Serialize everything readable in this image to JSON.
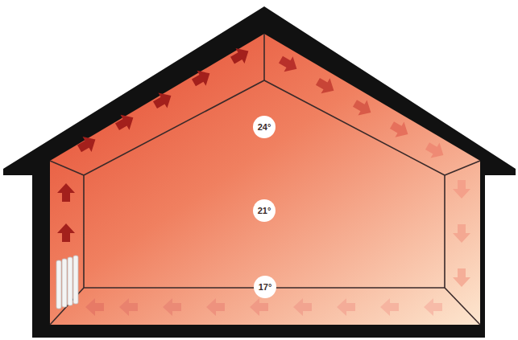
{
  "diagram": {
    "nodes": [
      {
        "text": [
          "24°"
        ]
      },
      {
        "text": [
          "21°"
        ]
      },
      {
        "text": [
          "17°"
        ]
      }
    ]
  }
}
